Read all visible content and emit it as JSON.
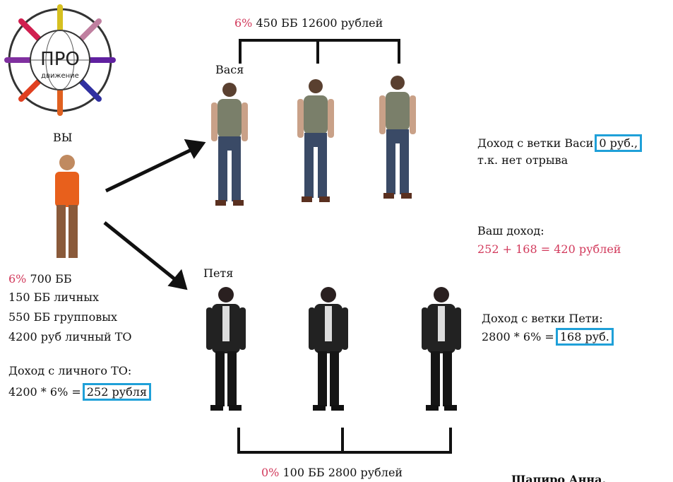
{
  "logo": {
    "text_top": "ПРО",
    "text_bottom": "движение"
  },
  "you": {
    "label": "ВЫ",
    "pct": "6%",
    "bb": " 700 ББ",
    "personal": "150 ББ личных",
    "group": "550 ББ групповых",
    "to": "4200 руб личный ТО",
    "income_title": "Доход с личного ТО:",
    "income_formula": "4200 * 6% = ",
    "income_value": "252 рубля"
  },
  "vasya": {
    "name": "Вася",
    "pct": "6%",
    "summary": " 450 ББ 12600 рублей",
    "income_prefix": "Доход с ветки Васи ",
    "income_value": "0 руб.,",
    "income_note": "т.к. нет отрыва"
  },
  "petya": {
    "name": "Петя",
    "pct": "0%",
    "summary": " 100 ББ 2800 рублей",
    "income_title": "Доход с ветки Пети:",
    "income_formula": "2800 * 6% = ",
    "income_value": "168 руб."
  },
  "total": {
    "title": "Ваш доход:",
    "formula": "252 + 168 = 420 рублей"
  },
  "author": "Шапиро Анна,",
  "colors": {
    "accent_red": "#d23a5c",
    "box_blue": "#1fa0d8"
  }
}
